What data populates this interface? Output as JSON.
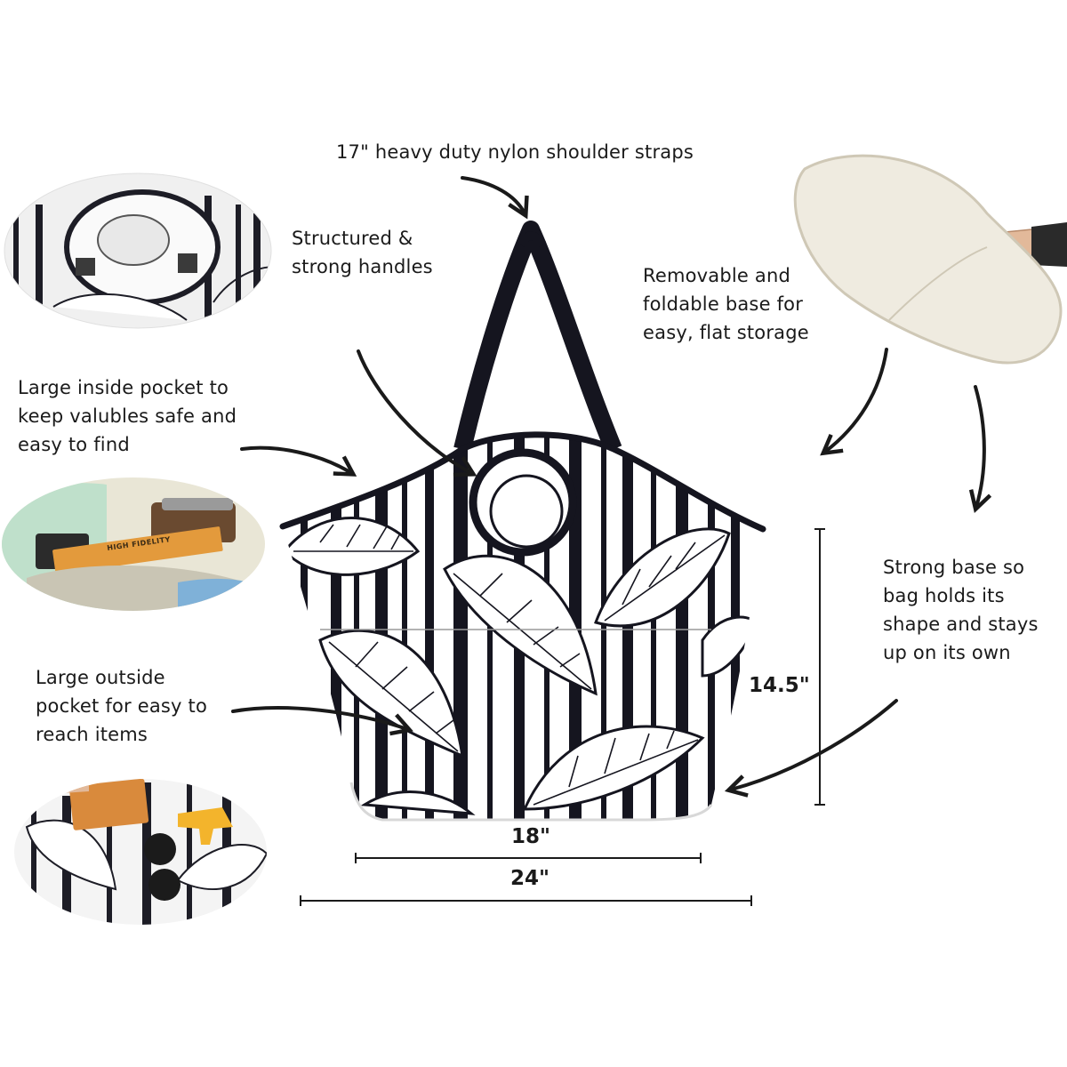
{
  "labels": {
    "straps": "17\" heavy duty nylon shoulder straps",
    "handles": [
      "Structured &",
      "strong handles"
    ],
    "base_removable": [
      "Removable and",
      "foldable base for",
      "easy, flat storage"
    ],
    "inside_pocket": [
      "Large inside pocket to",
      "keep valubles safe and",
      "easy to find"
    ],
    "strong_base": [
      "Strong base so",
      "bag  holds its",
      "shape and stays",
      "up on its own"
    ],
    "outside_pocket": [
      "Large outside",
      "pocket for easy to",
      "reach items"
    ]
  },
  "dimensions": {
    "height": "14.5\"",
    "width_base": "18\"",
    "width_top": "24\""
  },
  "book_text": "HIGH FIDELITY",
  "colors": {
    "text": "#1a1a1a",
    "bag_black": "#15151f",
    "bag_white": "#ffffff",
    "base_cream": "#efebe0"
  }
}
